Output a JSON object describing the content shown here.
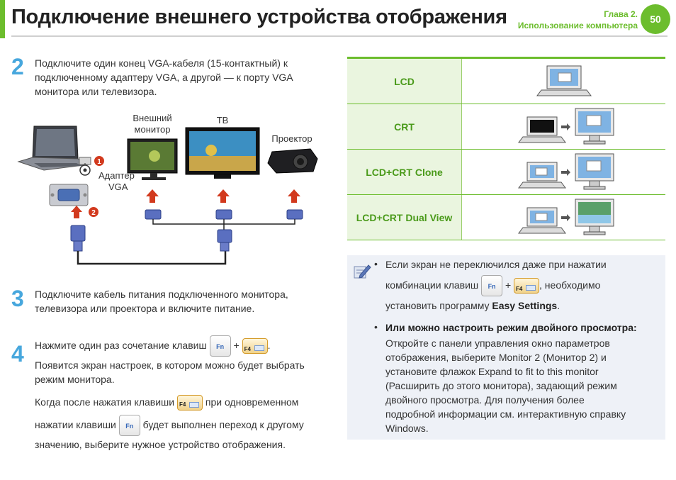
{
  "header": {
    "title": "Подключение внешнего устройства отображения",
    "chapter": "Глава 2.",
    "chapter_subtitle": "Использование компьютера",
    "page_number": "50"
  },
  "step2": {
    "number": "2",
    "text_line1": "Подключите один конец VGA-кабеля (15-контактный) к",
    "text_line2": "подключенному адаптеру VGA, а другой — к порту VGA",
    "text_line3": "монитора или телевизора."
  },
  "diagram": {
    "label_monitor_1": "Внешний",
    "label_monitor_2": "монитор",
    "label_tv": "ТВ",
    "label_projector": "Проектор",
    "label_adapter_1": "Адаптер",
    "label_adapter_2": "VGA",
    "marker_1": "1",
    "marker_2": "2"
  },
  "step3": {
    "number": "3",
    "text_line1": "Подключите кабель питания подключенного монитора,",
    "text_line2": "телевизора или проектора и включите питание."
  },
  "step4": {
    "number": "4",
    "line1_a": "Нажмите один раз сочетание клавиш",
    "line1_plus": "+",
    "line1_end": ".",
    "line2": "Появится экран настроек, в котором можно будет выбрать",
    "line3": "режим монитора.",
    "line4_a": "Когда после нажатия клавиши",
    "line4_b": "при одновременном",
    "line5_a": "нажатии клавиши",
    "line5_b": "будет выполнен переход к другому",
    "line6": "значению, выберите нужное устройство отображения."
  },
  "keys": {
    "fn": "Fn",
    "f4": "F4"
  },
  "modes": [
    {
      "label": "LCD"
    },
    {
      "label": "CRT"
    },
    {
      "label": "LCD+CRT Clone"
    },
    {
      "label": "LCD+CRT Dual View"
    }
  ],
  "note": {
    "bullet": "•",
    "p1_line1": "Если экран не переключился даже при нажатии",
    "p1_line2_a": "комбинации клавиш",
    "p1_plus": "+",
    "p1_line2_b": ", необходимо",
    "p1_line3_a": "установить программу",
    "p1_line3_bold": "Easy Settings",
    "p1_line3_end": ".",
    "p2_heading": "Или можно настроить режим двойного просмотра:",
    "p2_line1": "Откройте с панели управления окно параметров",
    "p2_line2": "отображения, выберите Monitor 2 (Монитор 2) и",
    "p2_line3": "установите флажок Expand to fit to this monitor",
    "p2_line4": "(Расширить до этого монитора), задающий режим",
    "p2_line5": "двойного просмотра. Для получения более",
    "p2_line6": "подробной информации см. интерактивную справку",
    "p2_line7": "Windows."
  },
  "colors": {
    "accent_green": "#6cbd2d",
    "step_blue": "#47a7dd",
    "marker_red": "#d23a1e",
    "note_bg": "#eef1f7"
  }
}
